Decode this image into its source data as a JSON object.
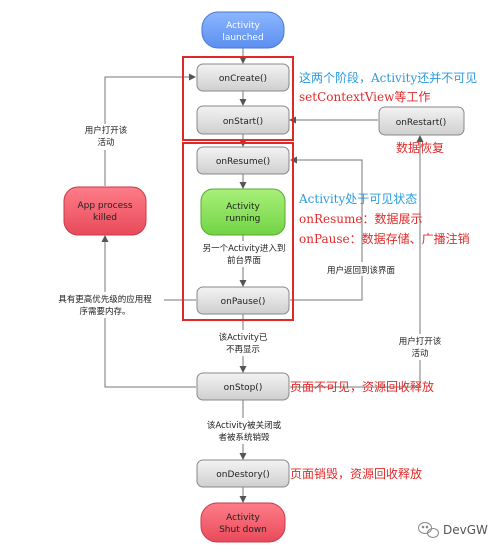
{
  "nodes": {
    "launched": [
      "Activity",
      "launched"
    ],
    "onCreate": "onCreate()",
    "onStart": "onStart()",
    "onRestart": "onRestart()",
    "onResume": "onResume()",
    "running": [
      "Activity",
      "running"
    ],
    "killed": [
      "App process",
      "killed"
    ],
    "onPause": "onPause()",
    "onStop": "onStop()",
    "onDestory": "onDestory()",
    "shutdown": [
      "Activity",
      "Shut down"
    ]
  },
  "edges": {
    "user_nav_left": [
      "用户打开该",
      "活动"
    ],
    "other_activity": [
      "另一个Activity进入到",
      "前台界面"
    ],
    "user_returns": "用户返回到该界面",
    "higher_priority": [
      "具有更高优先级的应用程",
      "序需要内存。"
    ],
    "no_longer_visible": [
      "该Activity已",
      "不再显示"
    ],
    "user_nav_right": [
      "用户打开该",
      "活动"
    ],
    "finishing": [
      "该Activity被关闭或",
      "者被系统销毁"
    ]
  },
  "annotations": {
    "invisible": [
      "这两个阶段，Activity还并不可见",
      "setContextView等工作"
    ],
    "restore": "数据恢复",
    "visible": [
      "Activity处于可见状态",
      "onResume：数据展示",
      "onPause：数据存储、广播注销"
    ],
    "stop_note": "页面不可见，资源回收释放",
    "destroy_note": "页面销毁，资源回收释放"
  },
  "watermark": "DevGW",
  "colors": {
    "blue_node": "#6f9ef5",
    "green_node": "#8de25a",
    "red_node": "#f15c6a",
    "gray_node": "#dcdcdc",
    "highlight": "#e02828",
    "note_blue": "#2a9be0",
    "note_red": "#e22a2a"
  }
}
